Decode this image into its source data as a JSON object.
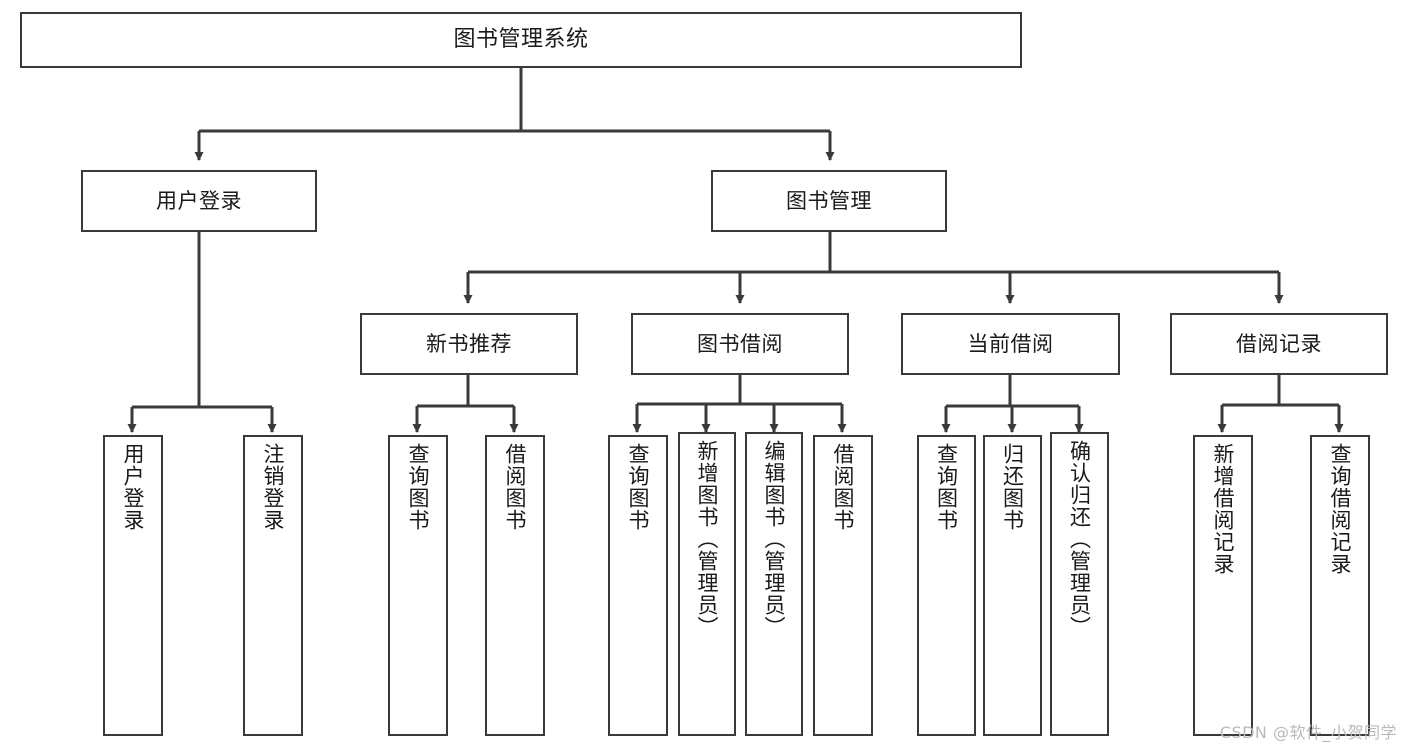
{
  "diagram": {
    "title": "图书管理系统",
    "type": "tree-hierarchy",
    "root": {
      "id": "root",
      "label": "图书管理系统"
    },
    "level1": [
      {
        "id": "user-login",
        "label": "用户登录"
      },
      {
        "id": "book-manage",
        "label": "图书管理"
      }
    ],
    "level2": [
      {
        "id": "new-book-recommend",
        "label": "新书推荐"
      },
      {
        "id": "book-borrow",
        "label": "图书借阅"
      },
      {
        "id": "current-borrow",
        "label": "当前借阅"
      },
      {
        "id": "borrow-record",
        "label": "借阅记录"
      }
    ],
    "leaves": [
      {
        "id": "leaf-user-login",
        "label": "用户登录",
        "parent": "user-login"
      },
      {
        "id": "leaf-logout-login",
        "label": "注销登录",
        "parent": "user-login"
      },
      {
        "id": "leaf-query-book-1",
        "label": "查询图书",
        "parent": "new-book-recommend"
      },
      {
        "id": "leaf-borrow-book-1",
        "label": "借阅图书",
        "parent": "new-book-recommend"
      },
      {
        "id": "leaf-query-book-2",
        "label": "查询图书",
        "parent": "book-borrow"
      },
      {
        "id": "leaf-add-book",
        "label": "新增图书（管理员）",
        "parent": "book-borrow"
      },
      {
        "id": "leaf-edit-book",
        "label": "编辑图书（管理员）",
        "parent": "book-borrow"
      },
      {
        "id": "leaf-borrow-book-2",
        "label": "借阅图书",
        "parent": "book-borrow"
      },
      {
        "id": "leaf-query-book-3",
        "label": "查询图书",
        "parent": "current-borrow"
      },
      {
        "id": "leaf-return-book",
        "label": "归还图书",
        "parent": "current-borrow"
      },
      {
        "id": "leaf-confirm-return",
        "label": "确认归还（管理员）",
        "parent": "current-borrow"
      },
      {
        "id": "leaf-add-record",
        "label": "新增借阅记录",
        "parent": "borrow-record"
      },
      {
        "id": "leaf-query-record",
        "label": "查询借阅记录",
        "parent": "borrow-record"
      }
    ],
    "colors": {
      "border": "#3a3a3a",
      "background": "#ffffff",
      "text": "#1a1a1a",
      "watermark": "#b9b9b9"
    }
  },
  "watermark": {
    "text": "CSDN @软件_小贺同学"
  }
}
